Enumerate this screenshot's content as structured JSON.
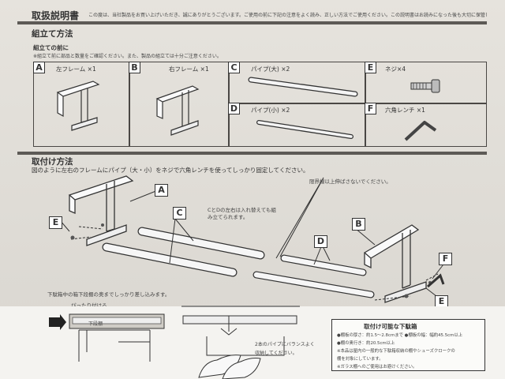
{
  "header": {
    "title": "取扱説明書",
    "intro": "この度は、当社製品をお買い上げいただき、誠にありがとうございます。ご使用の前に下記の注意をよく読み、正しい方法でご使用ください。この説明書はお読みになった後も大切に保管してください。"
  },
  "assembly": {
    "title": "組立て方法",
    "before_title": "組立ての前に",
    "before_note": "※組立て前に部品と数量をご確認ください。また、製品の組立ては十分ご注意ください。",
    "parts": [
      {
        "letter": "A",
        "label": "左フレーム ×1"
      },
      {
        "letter": "B",
        "label": "右フレーム ×1"
      },
      {
        "letter": "C",
        "label": "パイプ(大) ×2"
      },
      {
        "letter": "D",
        "label": "パイプ(小) ×2"
      },
      {
        "letter": "E",
        "label": "ネジ×4"
      },
      {
        "letter": "F",
        "label": "六角レンチ ×1"
      }
    ]
  },
  "install": {
    "title": "取付け方法",
    "description": "図のように左右のフレームにパイプ（大・小）をネジで六角レンチを使ってしっかり固定してください。",
    "cd_note": "CとDの左右は入れ替えても組み立てられます。",
    "limit_note": "限界線以上伸ばさないでください。",
    "labels": {
      "A": "A",
      "B": "B",
      "C": "C",
      "D": "D",
      "E1": "E",
      "E2": "E",
      "F": "F"
    }
  },
  "lower": {
    "instruction": "下駄箱中の箱下段棚の奥までしっかり差し込みます。",
    "fit_label": "ぴったり付ける",
    "shelf_label": "下段棚",
    "balance_note": [
      "2本のパイプにバランスよく",
      "収納してください。"
    ]
  },
  "shoebox": {
    "title": "取付け可能な下駄箱",
    "lines": [
      "●棚板の厚さ：約1.5〜2.8cmまで ●棚板の幅：幅約45.5cm以上",
      "●棚の奥行き：約20.5cm以上",
      "※本品は屋内の一般的な下駄箱収納の棚やシューズクロークの",
      "棚を対象にしています。",
      "※ガラス棚へのご使用はお避けください。"
    ]
  }
}
